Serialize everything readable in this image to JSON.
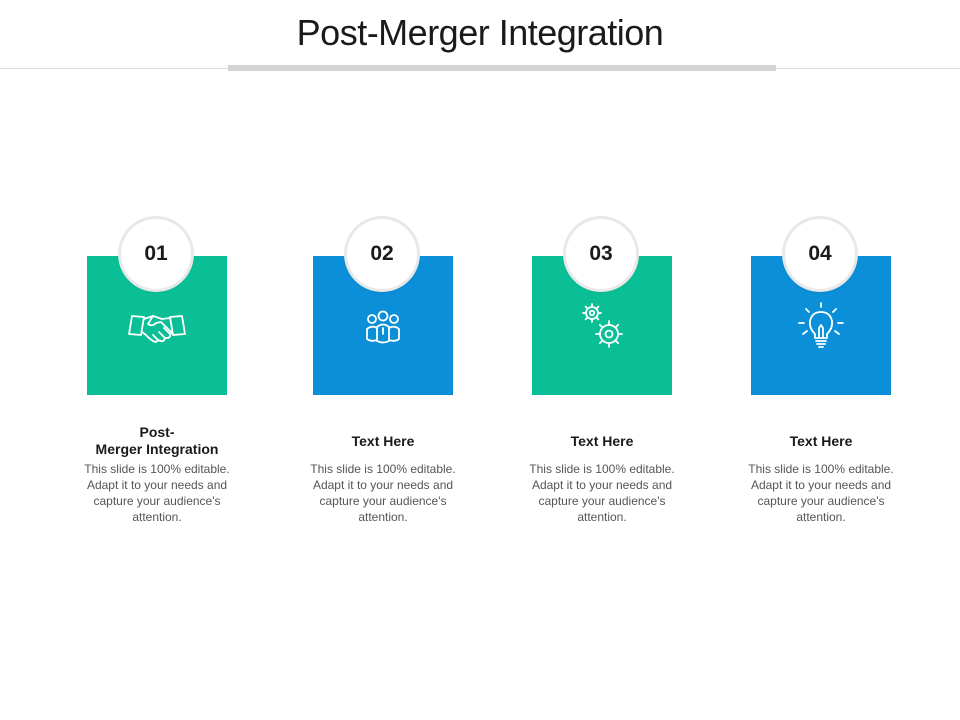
{
  "title": "Post-Merger Integration",
  "colors": {
    "green": "#0abf96",
    "blue": "#0a8fd8",
    "icon_stroke": "#ffffff"
  },
  "cards": [
    {
      "number": "01",
      "icon": "handshake-icon",
      "heading_line1": "Post-",
      "heading_line2": "Merger Integration",
      "body": "This slide is 100% editable. Adapt it to your needs and capture your audience's attention."
    },
    {
      "number": "02",
      "icon": "team-icon",
      "heading": "Text Here",
      "body": "This slide is 100% editable. Adapt it to your needs and capture your audience's attention."
    },
    {
      "number": "03",
      "icon": "gears-icon",
      "heading": "Text Here",
      "body": "This slide is 100% editable. Adapt it to your needs and capture your audience's attention."
    },
    {
      "number": "04",
      "icon": "lightbulb-icon",
      "heading": "Text Here",
      "body": "This slide is 100% editable. Adapt it to your needs and capture your audience's attention."
    }
  ]
}
